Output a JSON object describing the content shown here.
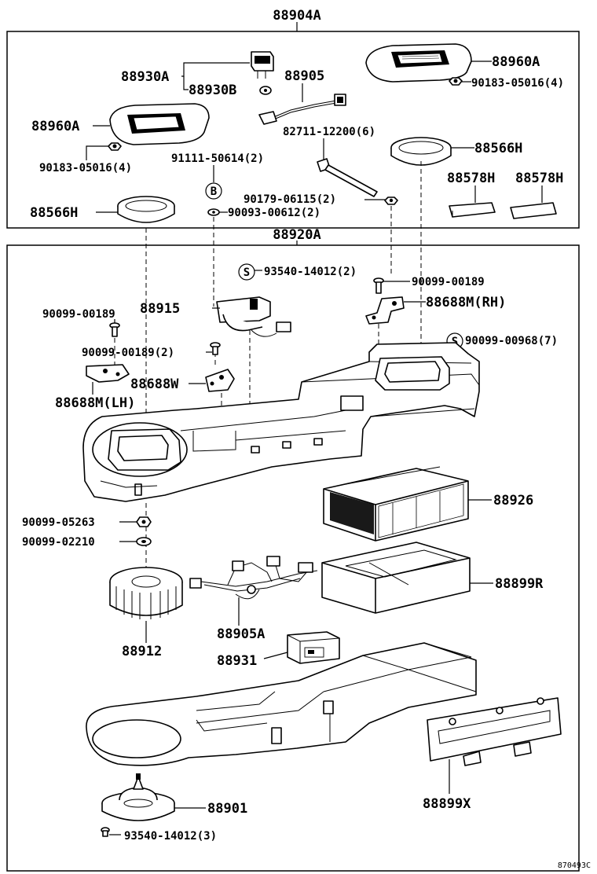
{
  "labels": {
    "assy_top": "88904A",
    "assy_main": "88920A",
    "p88930a": "88930A",
    "p88930b": "88930B",
    "p88905": "88905",
    "p88960a_r": "88960A",
    "p90183_r": "90183-05016(4)",
    "p88960a_l": "88960A",
    "p82711": "82711-12200(6)",
    "p88566h_r": "88566H",
    "p90183_l": "90183-05016(4)",
    "p91111": "91111-50614(2)",
    "p88578h_1": "88578H",
    "p88578h_2": "88578H",
    "p90179": "90179-06115(2)",
    "p88566h_l": "88566H",
    "p90093": "90093-00612(2)",
    "p93540_2": "93540-14012(2)",
    "p90099_a": "90099-00189",
    "p88915": "88915",
    "p90099_b": "90099-00189",
    "p88688m_rh": "88688M(RH)",
    "p90099_00968": "90099-00968(7)",
    "p90099_c": "90099-00189(2)",
    "p88688w": "88688W",
    "p88688m_lh": "88688M(LH)",
    "p88926": "88926",
    "p90099_05263": "90099-05263",
    "p90099_02210": "90099-02210",
    "p88899r": "88899R",
    "p88905a": "88905A",
    "p88912": "88912",
    "p88931": "88931",
    "p88901": "88901",
    "p88899x": "88899X",
    "p93540_3": "93540-14012(3)",
    "ref_b": "B",
    "ref_s1": "S",
    "ref_s2": "S",
    "drawing_no": "870493C"
  }
}
